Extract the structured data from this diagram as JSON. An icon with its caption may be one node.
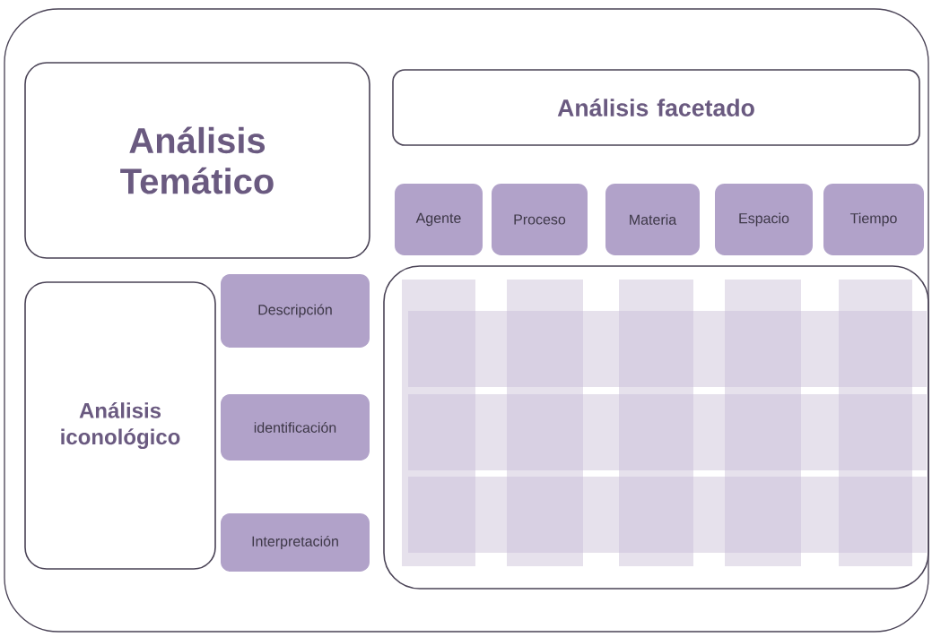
{
  "diagram": {
    "nodes": [
      {
        "text": [],
        "shape": "box"
      },
      {
        "text": [
          "Análisis Temático"
        ],
        "in": 0
      },
      {
        "text": [
          "Análisis facetado"
        ],
        "in": 0
      },
      {
        "text": [
          "Agente"
        ],
        "in": 0
      },
      {
        "text": [
          "Proceso"
        ],
        "in": 0
      },
      {
        "text": [
          "Materia"
        ],
        "in": 0
      },
      {
        "text": [
          "Espacio"
        ],
        "in": 0
      },
      {
        "text": [
          "Tiempo"
        ],
        "in": 0
      },
      {
        "text": [],
        "shape": "box",
        "in": 0
      },
      {
        "text": [
          "Análisis iconológico"
        ],
        "in": 0
      },
      {
        "text": [
          "Descripción"
        ],
        "in": 0
      },
      {
        "text": [
          "identificación"
        ],
        "in": 0
      },
      {
        "text": [
          "Interpretación"
        ],
        "in": 0
      }
    ]
  }
}
